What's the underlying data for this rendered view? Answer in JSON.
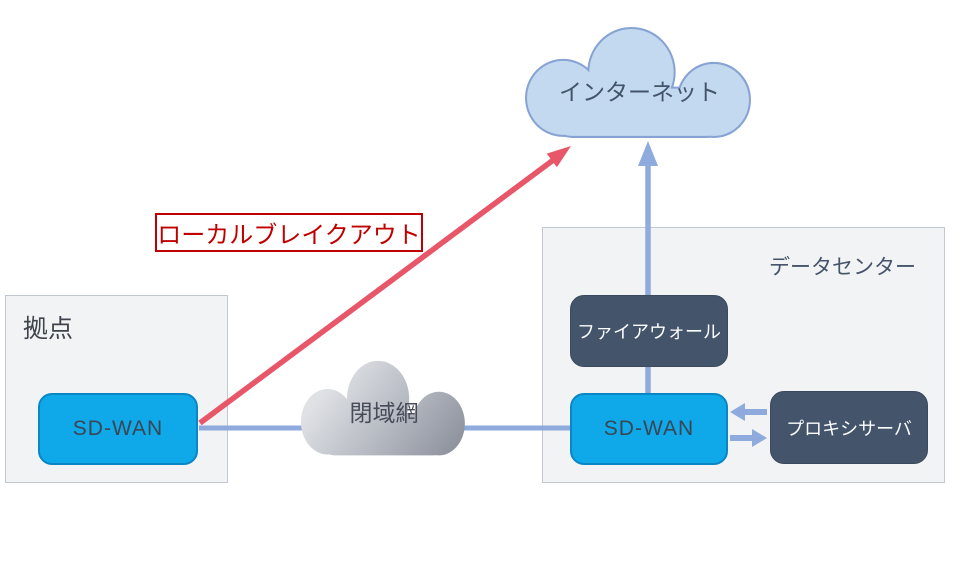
{
  "nodes": {
    "internet": {
      "label": "インターネット"
    },
    "closed_network": {
      "label": "閉域網"
    },
    "site": {
      "label": "拠点"
    },
    "site_sdwan": {
      "label": "SD-WAN"
    },
    "datacenter": {
      "label": "データセンター"
    },
    "firewall": {
      "label": "ファイアウォール"
    },
    "dc_sdwan": {
      "label": "SD-WAN"
    },
    "proxy": {
      "label": "プロキシサーバ"
    }
  },
  "annotations": {
    "local_breakout": {
      "label": "ローカルブレイクアウト"
    }
  },
  "colors": {
    "connector_blue": "#8faadc",
    "breakout_arrow_red": "#e8566a",
    "callout_red": "#c00000",
    "sdwan_node_fill": "#0fa8e8",
    "dark_node_fill": "#44546a",
    "internet_cloud_fill": "#c3d9ef",
    "internet_cloud_stroke": "#86a3d4",
    "closed_cloud_gray": "#a9aeb8",
    "zone_fill": "#f2f3f4"
  }
}
